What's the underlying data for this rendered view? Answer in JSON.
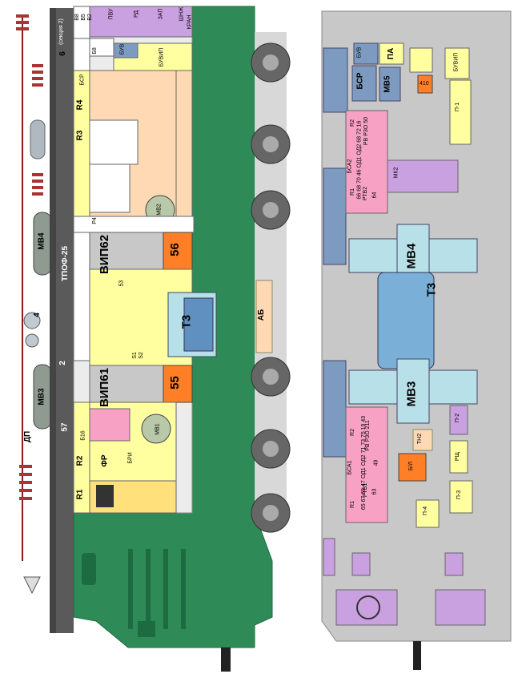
{
  "left_panel": {
    "section": "6",
    "section_note": "(секция 2)",
    "tpof": "ТПОФ-25",
    "n57": "57",
    "n2": "2",
    "n4": "4",
    "dp": "ДП",
    "mv4": "МВ4",
    "mv3": "МВ3",
    "vip62": "ВИП62",
    "vip61": "ВИП61",
    "n56": "56",
    "n55": "55",
    "t3": "Т3",
    "ab": "АБ",
    "r1": "R1",
    "r2": "R2",
    "r3": "R3",
    "r4": "R4",
    "bsr": "БСР",
    "buvip": "БУВИП",
    "buv": "БУВ",
    "pvu": "ПВУ",
    "rd": "РД",
    "zap": "ЗАП",
    "shh": "ШНЖ",
    "kran": "КРАН",
    "fr": "ФР",
    "bri": "БРИ",
    "mv1": "МВ1",
    "mv2": "МВ2",
    "v8": "В8",
    "v5": "В5",
    "v2": "В2",
    "b8": "Б8",
    "r4_ru": "Р4",
    "b16": "Б16",
    "s1": "S1",
    "s2": "S2",
    "n53": "53"
  },
  "right_panel": {
    "buv": "БУВ",
    "pa": "ПА",
    "buvip": "БУВИП",
    "mv5": "МВ5",
    "bsr": "БСР",
    "n410": "410",
    "p1": "П-1",
    "bsa2": "БСА2",
    "r1": "R1",
    "r2": "R2",
    "rtv2": "РТВ2",
    "row2_a": "66 68 70 46 ОД1 ОД2 68 72 16",
    "row2_b": "РВ РЗО 50",
    "n64": "64",
    "mk2": "МК2",
    "mv4": "МВ4",
    "t3": "Т3",
    "mv3": "МВ3",
    "bsa1": "БСА1",
    "rtv1": "РТВ1",
    "row1_a": "65 67 69 47 ОД1 ОД2 71 73 75 19 43",
    "row1_b": "РВ РЗО 211",
    "n63": "63",
    "n49": "49",
    "tn2": "ТН2",
    "bl": "Б/Л",
    "p2": "П-2",
    "rsh": "РЩ",
    "p3": "П-3",
    "p4": "П-4"
  },
  "colors": {
    "green": "#2e8b57",
    "dark_green": "#1d6b40",
    "peach": "#ffd9b3",
    "yellow": "#ffffa0",
    "pink": "#f7a1c4",
    "violet": "#c9a0e0",
    "orange": "#ff7f27",
    "blue_grey": "#7d9bc0",
    "light_cyan": "#b8e0e8",
    "grey": "#c8c8c8"
  }
}
